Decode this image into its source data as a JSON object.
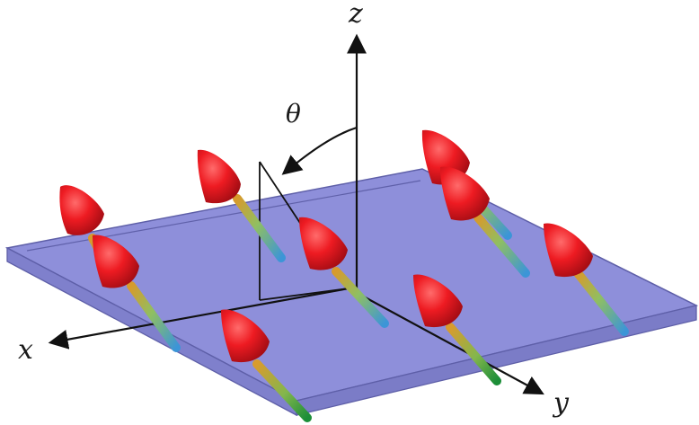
{
  "diagram": {
    "axes": {
      "z_label": "z",
      "x_label": "x",
      "y_label": "y"
    },
    "angle_label": "θ",
    "plane_color": "#8f8fd8",
    "plane_edge_color": "#6868b8",
    "arrow_head_color": "#e0141b",
    "stem_colors": [
      "#d69b2d",
      "#79b86d",
      "#3f9ad7",
      "#1d8f3c"
    ],
    "spins": [
      {
        "name": "spin-top-left",
        "tilt": "x"
      },
      {
        "name": "spin-top-middle",
        "tilt": "x"
      },
      {
        "name": "spin-top-right-back",
        "tilt": "x"
      },
      {
        "name": "spin-top-right-front",
        "tilt": "x"
      },
      {
        "name": "spin-left",
        "tilt": "x"
      },
      {
        "name": "spin-center",
        "tilt": "x"
      },
      {
        "name": "spin-right-edge",
        "tilt": "x"
      },
      {
        "name": "spin-front-left",
        "tilt": "x"
      },
      {
        "name": "spin-front-right",
        "tilt": "x"
      }
    ]
  }
}
